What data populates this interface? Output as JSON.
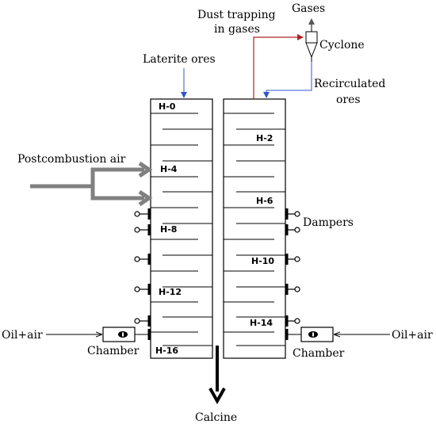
{
  "labels": {
    "gases": "Gases",
    "dust_trapping_line1": "Dust trapping",
    "dust_trapping_line2": "in gases",
    "cyclone": "Cyclone",
    "laterite_ores": "Laterite ores",
    "recirculated_line1": "Recirculated",
    "recirculated_line2": "ores",
    "postcombustion_air": "Postcombustion air",
    "dampers": "Dampers",
    "oil_air_left": "Oil+air",
    "oil_air_right": "Oil+air",
    "chamber_left": "Chamber",
    "chamber_right": "Chamber",
    "calcine": "Calcine"
  },
  "hearths": {
    "h0": "H-0",
    "h2": "H-2",
    "h4": "H-4",
    "h6": "H-6",
    "h8": "H-8",
    "h10": "H-10",
    "h12": "H-12",
    "h14": "H-14",
    "h16": "H-16"
  },
  "colors": {
    "dust_line": "#b22222",
    "recirculation_line": "#3355cc",
    "feed_line": "#3355cc",
    "air_arrow": "#808080",
    "outline": "#000000"
  }
}
